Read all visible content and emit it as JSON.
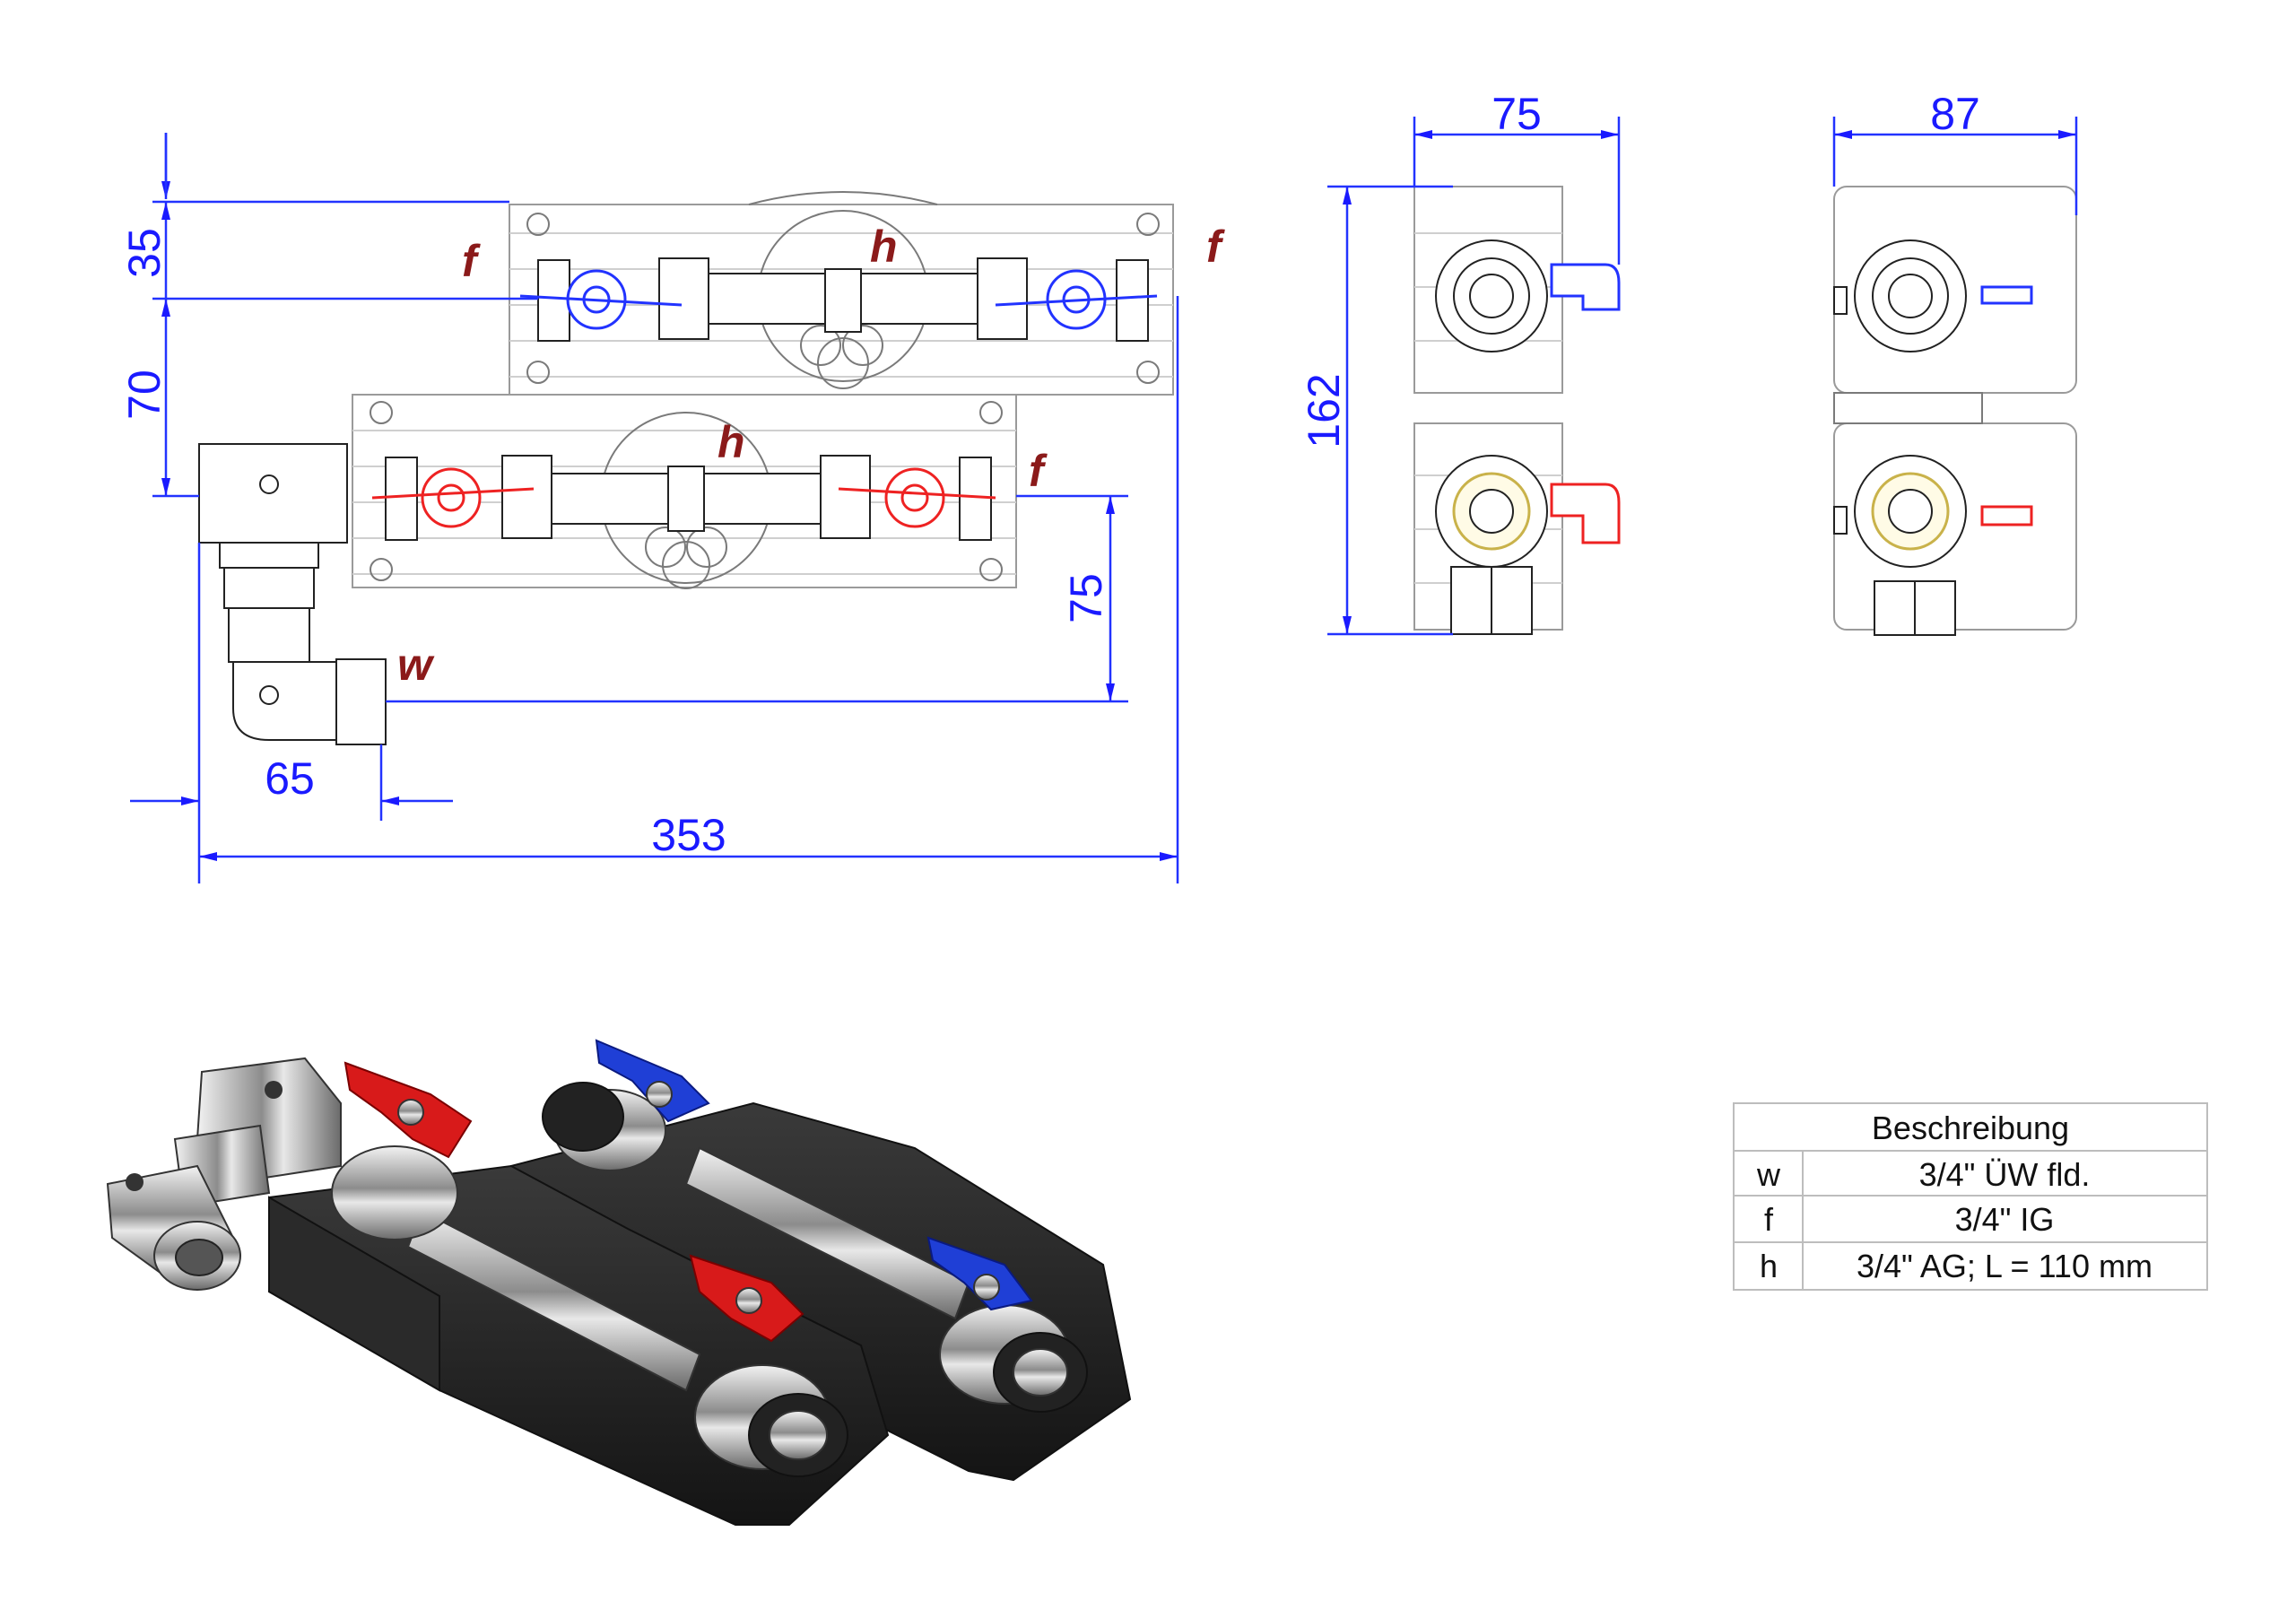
{
  "dimensions": {
    "d35": "35",
    "d70": "70",
    "d75_right": "75",
    "d65": "65",
    "d353": "353",
    "d75_top": "75",
    "d162": "162",
    "d87": "87"
  },
  "labels": {
    "f": "f",
    "h": "h",
    "w": "w"
  },
  "table": {
    "header": "Beschreibung",
    "rows": [
      {
        "key": "w",
        "value": "3/4\" ÜW fld."
      },
      {
        "key": "f",
        "value": "3/4\" IG"
      },
      {
        "key": "h",
        "value": "3/4\" AG; L = 110 mm"
      }
    ]
  },
  "colors": {
    "dimension": "#1a1aff",
    "label": "#8b1a1a",
    "cold_valve": "#2233ff",
    "hot_valve": "#ee2222"
  }
}
